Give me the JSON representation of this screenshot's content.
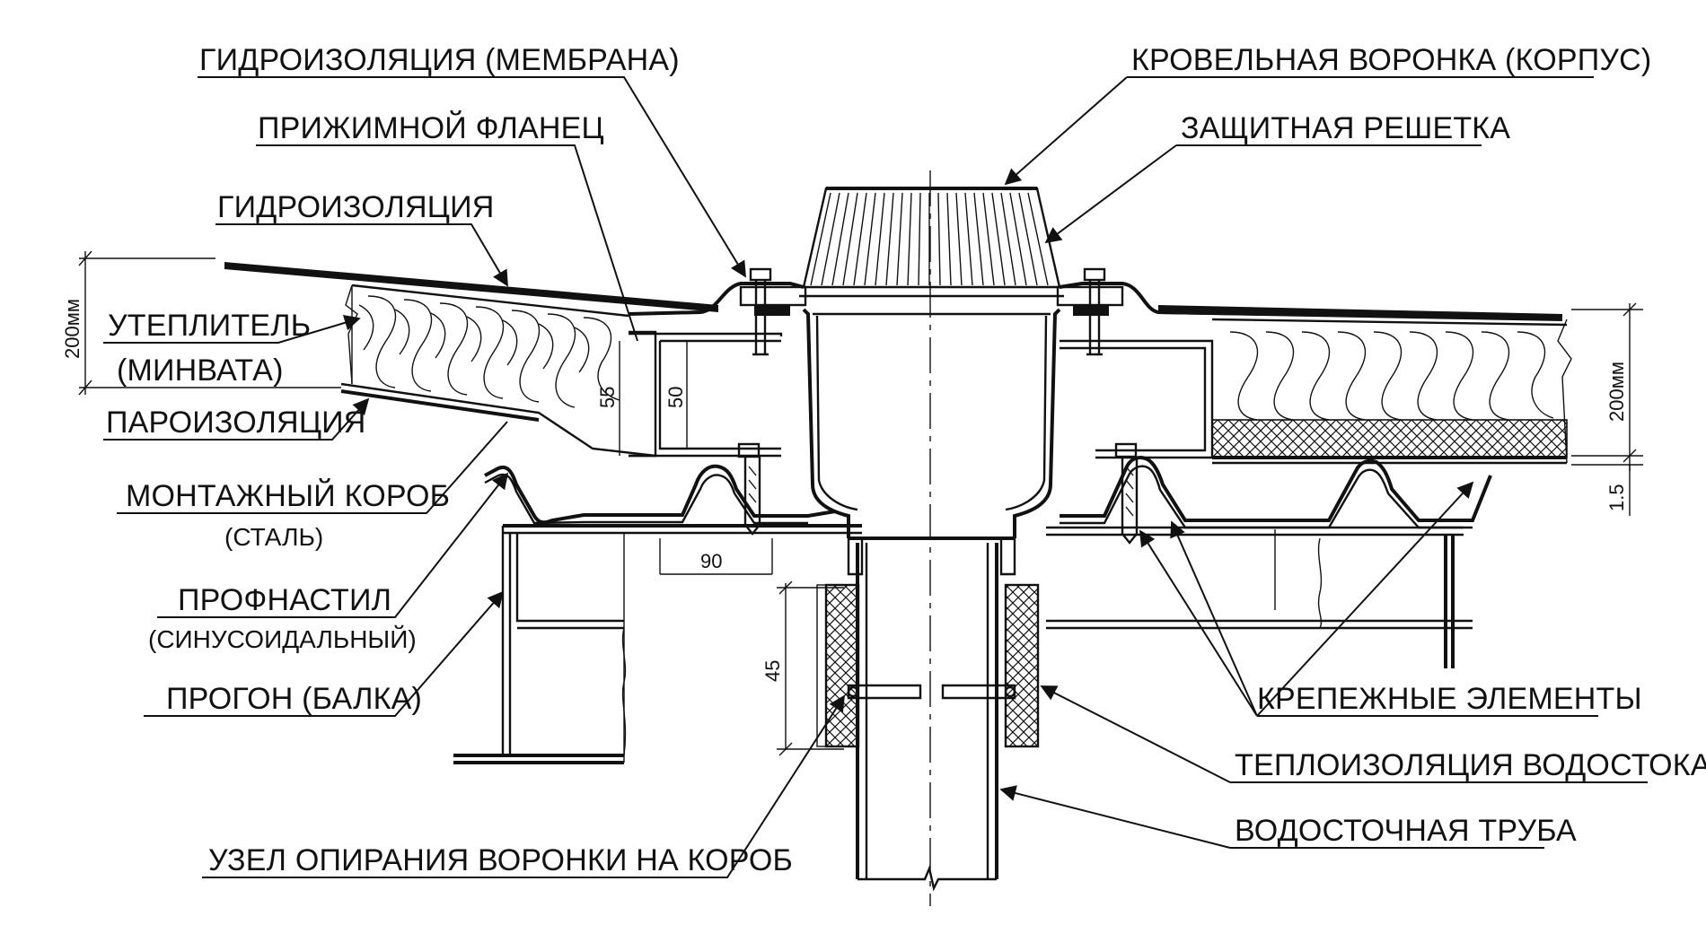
{
  "labels": {
    "membrane": "ГИДРОИЗОЛЯЦИЯ (МЕМБРАНА)",
    "flange": "ПРИЖИМНОЙ ФЛАНЕЦ",
    "waterproofing": "ГИДРОИЗОЛЯЦИЯ",
    "insulation_1": "УТЕПЛИТЕЛЬ",
    "insulation_2": "(МИНВАТА)",
    "vapor_barrier": "ПАРОИЗОЛЯЦИЯ",
    "mount_box_1": "МОНТАЖНЫЙ КОРОБ",
    "mount_box_2": "(СТАЛЬ)",
    "profdeck_1": "ПРОФНАСТИЛ",
    "profdeck_2": "(СИНУСОИДАЛЬНЫЙ)",
    "purlin": "ПРОГОН (БАЛКА)",
    "support_node": "УЗЕЛ ОПИРАНИЯ ВОРОНКИ НА КОРОБ",
    "funnel_body": "КРОВЕЛЬНАЯ ВОРОНКА (КОРПУС)",
    "grate": "ЗАЩИТНАЯ РЕШЕТКА",
    "fasteners": "КРЕПЕЖНЫЕ ЭЛЕМЕНТЫ",
    "pipe_insulation": "ТЕПЛОИЗОЛЯЦИЯ ВОДОСТОКА",
    "downpipe": "ВОДОСТОЧНАЯ ТРУБА"
  },
  "dimensions": {
    "left_height": "200мм",
    "right_height": "200мм",
    "dim_55": "55",
    "dim_50": "50",
    "dim_90": "90",
    "dim_45": "45",
    "dim_1_5": "1.5"
  }
}
